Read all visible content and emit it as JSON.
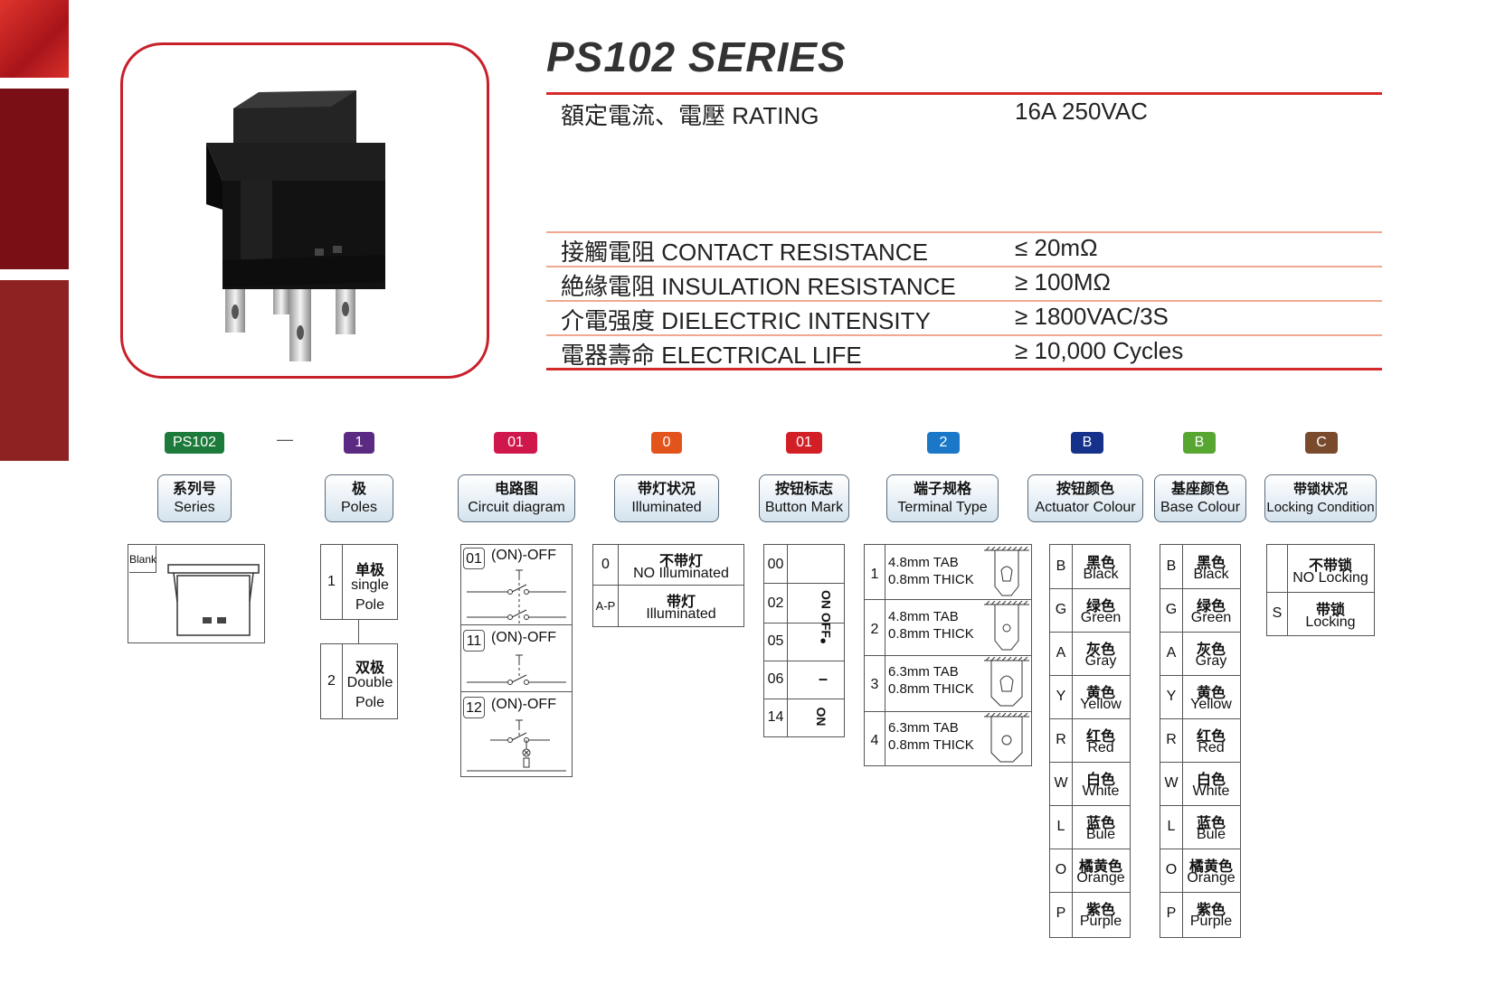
{
  "title": "PS102 SERIES",
  "specs": {
    "rating": {
      "label": "額定電流、電壓 RATING",
      "value": "16A 250VAC"
    },
    "contact": {
      "label": "接觸電阻 CONTACT RESISTANCE",
      "value": "≤ 20mΩ"
    },
    "insulation": {
      "label": "絶緣電阻 INSULATION RESISTANCE",
      "value": "≥ 100MΩ"
    },
    "dielectric": {
      "label": "介電强度 DIELECTRIC INTENSITY",
      "value": "≥ 1800VAC/3S"
    },
    "life": {
      "label": "電器壽命 ELECTRICAL LIFE",
      "value": "≥ 10,000 Cycles"
    }
  },
  "colors": {
    "accent": "#d62a2a",
    "bar1": "#c0221e",
    "bar2": "#7a1015",
    "bar3": "#8e2222"
  },
  "codes": {
    "series": {
      "badge": "PS102",
      "cn": "系列号",
      "en": "Series",
      "color": "#1c7a3a"
    },
    "poles": {
      "badge": "1",
      "cn": "极",
      "en": "Poles",
      "color": "#5b2b83"
    },
    "circuit": {
      "badge": "01",
      "cn": "电路图",
      "en": "Circuit diagram",
      "color": "#d0174b"
    },
    "illum": {
      "badge": "0",
      "cn": "带灯状况",
      "en": "Illuminated",
      "color": "#e2541b"
    },
    "mark": {
      "badge": "01",
      "cn": "按钮标志",
      "en": "Button Mark",
      "color": "#d21f26"
    },
    "terminal": {
      "badge": "2",
      "cn": "端子规格",
      "en": "Terminal Type",
      "color": "#1b78c8"
    },
    "actuator": {
      "badge": "B",
      "cn": "按钮颜色",
      "en": "Actuator Colour",
      "color": "#15318a"
    },
    "base": {
      "badge": "B",
      "cn": "基座颜色",
      "en": "Base Colour",
      "color": "#58a632"
    },
    "locking": {
      "badge": "C",
      "cn": "带锁状况",
      "en": "Locking Condition",
      "color": "#7a4a2c"
    }
  },
  "dash": "—",
  "series_option": "Blank",
  "poles_options": [
    {
      "code": "1",
      "cn": "单极",
      "en1": "single",
      "en2": "Pole"
    },
    {
      "code": "2",
      "cn": "双极",
      "en1": "Double",
      "en2": "Pole"
    }
  ],
  "circuit_options": [
    {
      "code": "01",
      "label": "(ON)-OFF"
    },
    {
      "code": "11",
      "label": "(ON)-OFF"
    },
    {
      "code": "12",
      "label": "(ON)-OFF"
    }
  ],
  "illum_options": [
    {
      "code": "0",
      "cn": "不带灯",
      "en": "NO Illuminated"
    },
    {
      "code": "A-P",
      "cn": "带灯",
      "en": "Illuminated"
    }
  ],
  "mark_options": [
    {
      "code": "00",
      "mark": ""
    },
    {
      "code": "02",
      "mark": "ON OFF"
    },
    {
      "code": "05",
      "mark": "•"
    },
    {
      "code": "06",
      "mark": "–"
    },
    {
      "code": "14",
      "mark": "ON"
    }
  ],
  "terminal_options": [
    {
      "code": "1",
      "l1": "4.8mm TAB",
      "l2": "0.8mm THICK"
    },
    {
      "code": "2",
      "l1": "4.8mm TAB",
      "l2": "0.8mm THICK"
    },
    {
      "code": "3",
      "l1": "6.3mm TAB",
      "l2": "0.8mm THICK"
    },
    {
      "code": "4",
      "l1": "6.3mm TAB",
      "l2": "0.8mm THICK"
    }
  ],
  "colour_options": [
    {
      "code": "B",
      "cn": "黑色",
      "en": "Black"
    },
    {
      "code": "G",
      "cn": "绿色",
      "en": "Green"
    },
    {
      "code": "A",
      "cn": "灰色",
      "en": "Gray"
    },
    {
      "code": "Y",
      "cn": "黄色",
      "en": "Yellow"
    },
    {
      "code": "R",
      "cn": "红色",
      "en": "Red"
    },
    {
      "code": "W",
      "cn": "白色",
      "en": "White"
    },
    {
      "code": "L",
      "cn": "蓝色",
      "en": "Bule"
    },
    {
      "code": "O",
      "cn": "橘黄色",
      "en": "Orange"
    },
    {
      "code": "P",
      "cn": "紫色",
      "en": "Purple"
    }
  ],
  "locking_options": [
    {
      "code": "",
      "cn": "不带锁",
      "en": "NO Locking"
    },
    {
      "code": "S",
      "cn": "带锁",
      "en": "Locking"
    }
  ]
}
